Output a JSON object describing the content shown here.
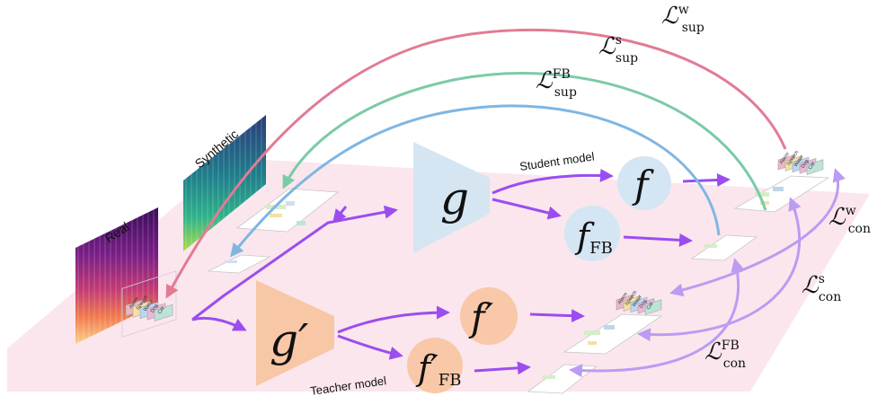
{
  "labels": {
    "real": "Real",
    "synthetic": "Synthetic",
    "student_model": "Student model",
    "teacher_model": "Teacher model"
  },
  "encoders": {
    "student": "g",
    "teacher": "g′"
  },
  "heads": {
    "student_f": "f",
    "student_ffb_main": "f",
    "student_ffb_sub": "FB",
    "teacher_f": "f′",
    "teacher_ffb_main": "f′",
    "teacher_ffb_sub": "FB"
  },
  "losses": {
    "sup_w": {
      "main": "ℒ",
      "sub": "sup",
      "sup": "w"
    },
    "sup_s": {
      "main": "ℒ",
      "sub": "sup",
      "sup": "s"
    },
    "sup_fb": {
      "main": "ℒ",
      "sub": "sup",
      "sup": "FB"
    },
    "con_w": {
      "main": "ℒ",
      "sub": "con",
      "sup": "w"
    },
    "con_s": {
      "main": "ℒ",
      "sub": "con",
      "sup": "s"
    },
    "con_fb": {
      "main": "ℒ",
      "sub": "con",
      "sup": "FB"
    }
  },
  "classes": [
    "Alarm",
    "Speech",
    "Water",
    "Dog",
    "Cat"
  ],
  "colors": {
    "plane": "#fbe6ee",
    "student_encoder": "#d5e6f2",
    "student_head": "#d4e5f3",
    "teacher_encoder": "#f7c7a6",
    "teacher_head": "#f8c8a8",
    "flow_arrow": "#9b4df0",
    "sup_w_arrow": "#e27b93",
    "sup_s_arrow": "#7ccaa6",
    "sup_fb_arrow": "#7fb6e2",
    "con_arrow": "#bb9cf2",
    "class_alarm": "#e9b9c3",
    "class_speech": "#f3e0a8",
    "class_water": "#bcd6ee",
    "class_dog": "#e8b9d8",
    "class_cat": "#bde3d8"
  }
}
